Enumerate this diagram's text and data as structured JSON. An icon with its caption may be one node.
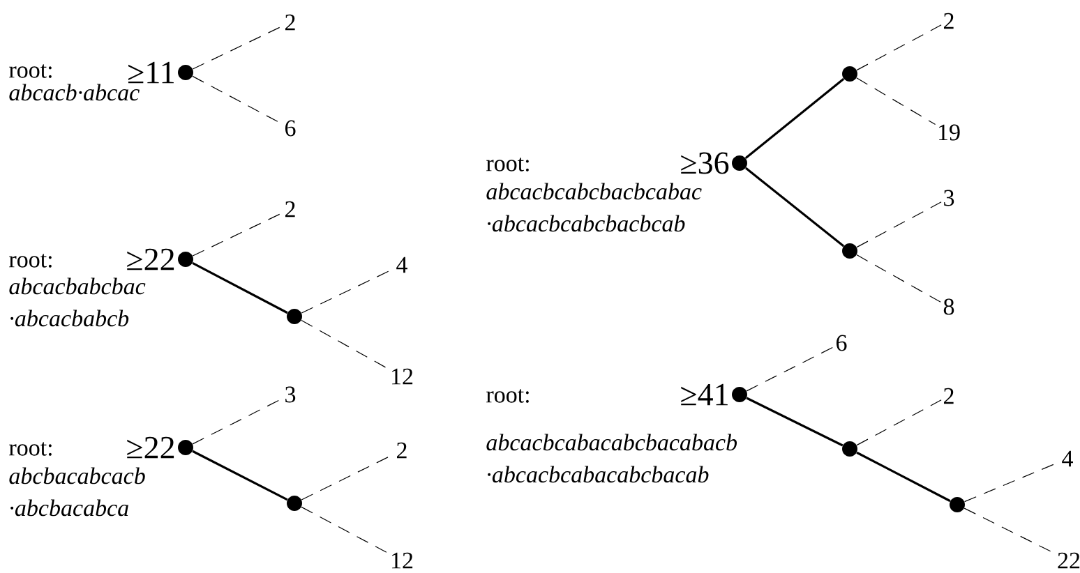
{
  "diagram": {
    "nodes": [
      {
        "text": [],
        "shape": "circle",
        "beside": [
          "root:",
          "≥11",
          "abcacb·abcac"
        ]
      },
      {
        "text": [
          "2"
        ]
      },
      {
        "text": [
          "6"
        ]
      },
      {
        "text": [],
        "shape": "circle",
        "beside": [
          "root:",
          "≥22",
          "abcacbabcbac ·abcacbabcb"
        ]
      },
      {
        "text": [
          "2"
        ]
      },
      {
        "text": [],
        "shape": "circle"
      },
      {
        "text": [
          "4"
        ]
      },
      {
        "text": [
          "12"
        ]
      },
      {
        "text": [],
        "shape": "circle",
        "beside": [
          "root:",
          "≥22",
          "abcbacabcacb ·abcbacabca"
        ]
      },
      {
        "text": [
          "3"
        ]
      },
      {
        "text": [],
        "shape": "circle"
      },
      {
        "text": [
          "2"
        ]
      },
      {
        "text": [
          "12"
        ]
      },
      {
        "text": [],
        "shape": "circle",
        "beside": [
          "root:",
          "≥36",
          "abcacbcabcbacbcabac ·abcacbcabcbacbcab"
        ]
      },
      {
        "text": [],
        "shape": "circle"
      },
      {
        "text": [
          "2"
        ]
      },
      {
        "text": [
          "19"
        ]
      },
      {
        "text": [],
        "shape": "circle"
      },
      {
        "text": [
          "3"
        ]
      },
      {
        "text": [
          "8"
        ]
      },
      {
        "text": [],
        "shape": "circle",
        "beside": [
          "root:",
          "≥41",
          "abcacbcabacabcbacabacb ·abcacbcabacabcbacab"
        ]
      },
      {
        "text": [
          "6"
        ]
      },
      {
        "text": [],
        "shape": "circle"
      },
      {
        "text": [
          "2"
        ]
      },
      {
        "text": [],
        "shape": "circle"
      },
      {
        "text": [
          "4"
        ]
      },
      {
        "text": [
          "22"
        ]
      }
    ],
    "edges": [
      {
        "from": 0,
        "to": 1,
        "arrow": "none",
        "style": "dashed"
      },
      {
        "from": 0,
        "to": 2,
        "arrow": "none",
        "style": "dashed"
      },
      {
        "from": 3,
        "to": 4,
        "arrow": "none",
        "style": "dashed"
      },
      {
        "from": 3,
        "to": 5,
        "arrow": "none"
      },
      {
        "from": 5,
        "to": 6,
        "arrow": "none",
        "style": "dashed"
      },
      {
        "from": 5,
        "to": 7,
        "arrow": "none",
        "style": "dashed"
      },
      {
        "from": 8,
        "to": 9,
        "arrow": "none",
        "style": "dashed"
      },
      {
        "from": 8,
        "to": 10,
        "arrow": "none"
      },
      {
        "from": 10,
        "to": 11,
        "arrow": "none",
        "style": "dashed"
      },
      {
        "from": 10,
        "to": 12,
        "arrow": "none",
        "style": "dashed"
      },
      {
        "from": 13,
        "to": 14,
        "arrow": "none"
      },
      {
        "from": 14,
        "to": 15,
        "arrow": "none",
        "style": "dashed"
      },
      {
        "from": 14,
        "to": 16,
        "arrow": "none",
        "style": "dashed"
      },
      {
        "from": 13,
        "to": 17,
        "arrow": "none"
      },
      {
        "from": 17,
        "to": 18,
        "arrow": "none",
        "style": "dashed"
      },
      {
        "from": 17,
        "to": 19,
        "arrow": "none",
        "style": "dashed"
      },
      {
        "from": 20,
        "to": 21,
        "arrow": "none",
        "style": "dashed"
      },
      {
        "from": 20,
        "to": 22,
        "arrow": "none"
      },
      {
        "from": 22,
        "to": 23,
        "arrow": "none",
        "style": "dashed"
      },
      {
        "from": 22,
        "to": 24,
        "arrow": "none"
      },
      {
        "from": 24,
        "to": 25,
        "arrow": "none",
        "style": "dashed"
      },
      {
        "from": 24,
        "to": 26,
        "arrow": "none",
        "style": "dashed"
      }
    ]
  }
}
